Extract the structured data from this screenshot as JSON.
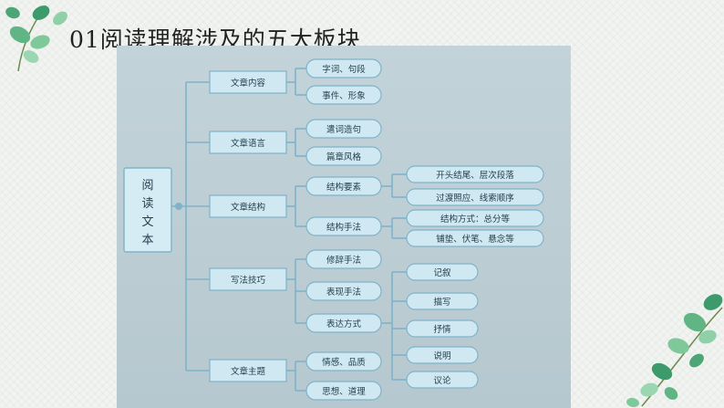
{
  "slide": {
    "title": "01阅读理解涉及的五大板块"
  },
  "diagram": {
    "root": {
      "chars": [
        "阅",
        "读",
        "文",
        "本"
      ]
    },
    "sections": [
      {
        "label": "文章内容"
      },
      {
        "label": "文章语言"
      },
      {
        "label": "文章结构"
      },
      {
        "label": "写法技巧"
      },
      {
        "label": "文章主题"
      }
    ],
    "subs": [
      {
        "label": "字词、句段"
      },
      {
        "label": "事件、形象"
      },
      {
        "label": "遣词造句"
      },
      {
        "label": "篇章风格"
      },
      {
        "label": "结构要素"
      },
      {
        "label": "结构手法"
      },
      {
        "label": "修辞手法"
      },
      {
        "label": "表现手法"
      },
      {
        "label": "表达方式"
      },
      {
        "label": "情感、品质"
      },
      {
        "label": "思想、道理"
      }
    ],
    "leaves": [
      {
        "label": "开头结尾、层次段落"
      },
      {
        "label": "过渡照应、线索顺序"
      },
      {
        "label": "结构方式：总分等"
      },
      {
        "label": "铺垫、伏笔、悬念等"
      },
      {
        "label": "记叙"
      },
      {
        "label": "描写"
      },
      {
        "label": "抒情"
      },
      {
        "label": "说明"
      },
      {
        "label": "议论"
      }
    ]
  },
  "colors": {
    "node_fill": "#cfe8f2",
    "node_stroke": "#7fb3c9",
    "text": "#25404d"
  }
}
